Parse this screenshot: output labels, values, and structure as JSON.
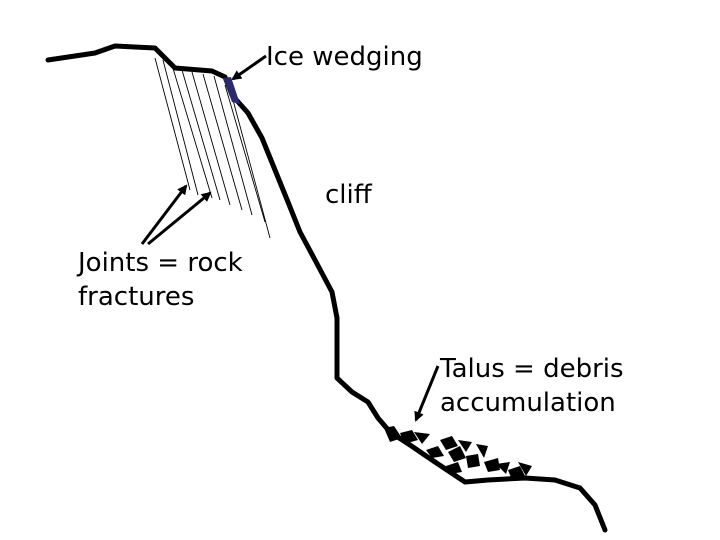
{
  "labels": {
    "ice_wedging": "Ice wedging",
    "cliff": "cliff",
    "joints": [
      "Joints = rock",
      "fractures"
    ],
    "talus": [
      "Talus = debris",
      "accumulation"
    ]
  },
  "colors": {
    "line": "#000000",
    "ice": "#2a2a6e",
    "background": "#ffffff"
  }
}
